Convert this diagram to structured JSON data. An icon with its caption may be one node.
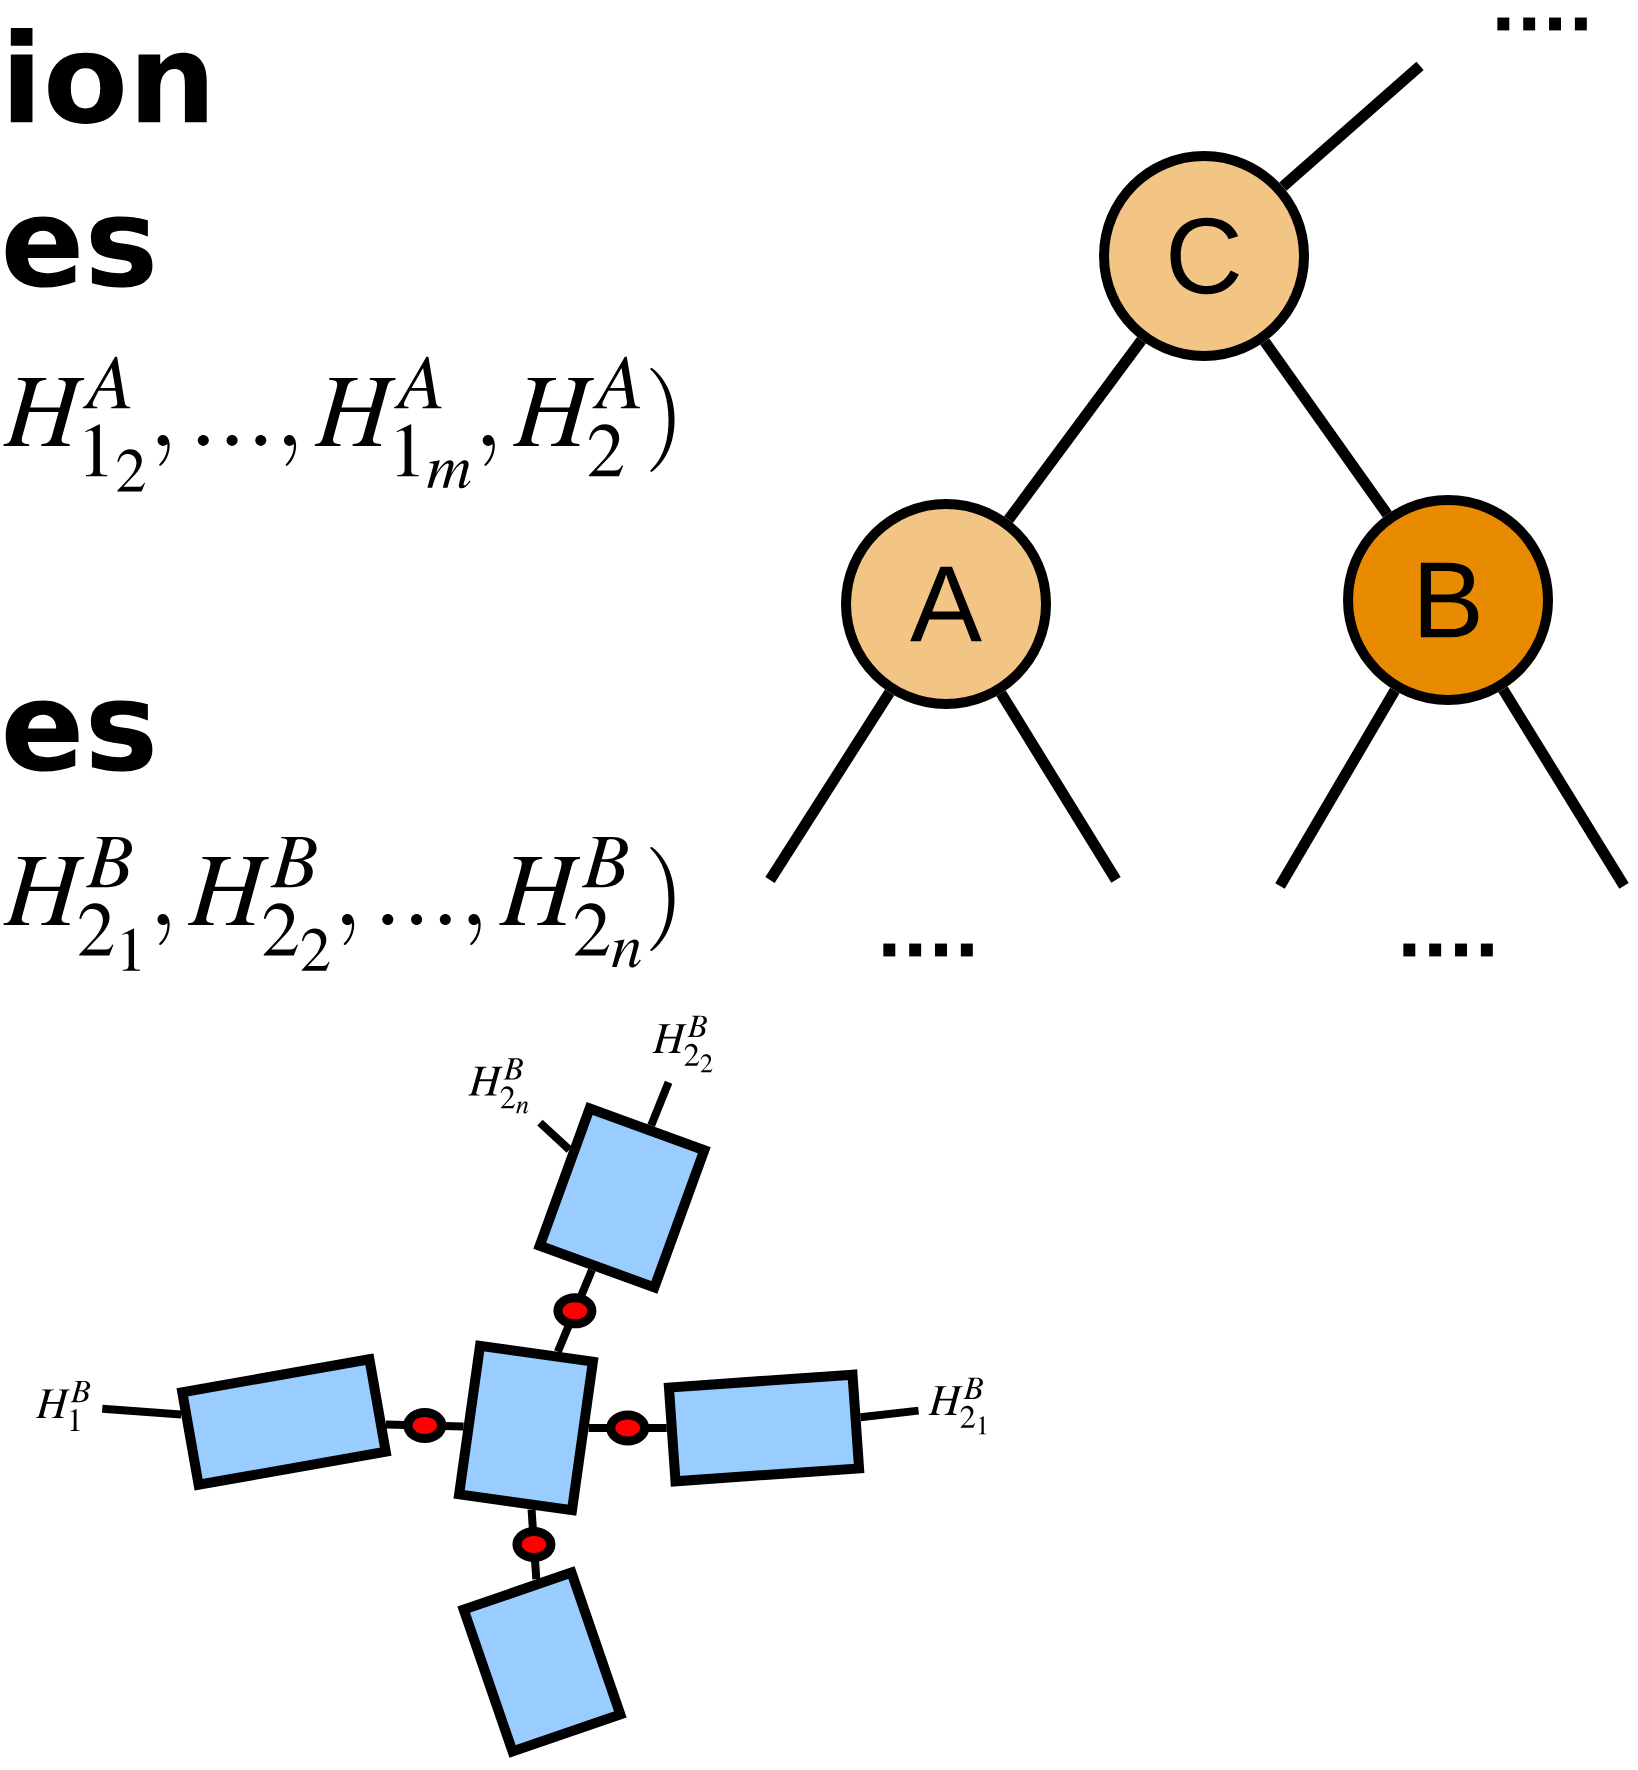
{
  "diagram": {
    "nodes": [
      {
        "text": [
          "C"
        ]
      },
      {
        "text": [
          "A"
        ]
      },
      {
        "text": [
          "B"
        ]
      },
      {
        "text": [],
        "shape": "box"
      },
      {
        "text": [],
        "shape": "box"
      },
      {
        "text": [],
        "shape": "box"
      },
      {
        "text": [],
        "shape": "box"
      },
      {
        "text": [],
        "shape": "box"
      },
      {
        "text": [
          "H_{2_{2}}^{B}"
        ]
      },
      {
        "text": [
          "H_{2_{n}}^{B}"
        ]
      },
      {
        "text": [
          "H_{1}^{B}"
        ]
      },
      {
        "text": [
          "H_{2_{1}}^{B}"
        ]
      }
    ],
    "edges": [
      {
        "from": 0,
        "to": 1,
        "arrow": "none"
      },
      {
        "from": 0,
        "to": 2,
        "arrow": "none"
      },
      {
        "from": 0,
        "to": null,
        "arrow": "none"
      },
      {
        "from": 1,
        "to": null,
        "arrow": "none"
      },
      {
        "from": 1,
        "to": null,
        "arrow": "none"
      },
      {
        "from": 2,
        "to": null,
        "arrow": "none"
      },
      {
        "from": 2,
        "to": null,
        "arrow": "none"
      },
      {
        "from": 5,
        "to": 3,
        "arrow": "none"
      },
      {
        "from": 5,
        "to": 4,
        "arrow": "none"
      },
      {
        "from": 5,
        "to": 6,
        "arrow": "none"
      },
      {
        "from": 5,
        "to": 7,
        "arrow": "none"
      },
      {
        "from": 3,
        "to": 8,
        "arrow": "none"
      },
      {
        "from": 3,
        "to": 9,
        "arrow": "none"
      },
      {
        "from": 4,
        "to": 10,
        "arrow": "none"
      },
      {
        "from": 6,
        "to": 11,
        "arrow": "none"
      }
    ],
    "labels": [
      "....",
      "ion",
      "es",
      "H_{1_{2}}^{A},...,H_{1_{m}}^{A},H_{2}^{A})",
      "es",
      "H_{2_{1}}^{B},H_{2_{2}}^{B},...,H_{2_{n}}^{B})",
      "....",
      "...."
    ]
  }
}
